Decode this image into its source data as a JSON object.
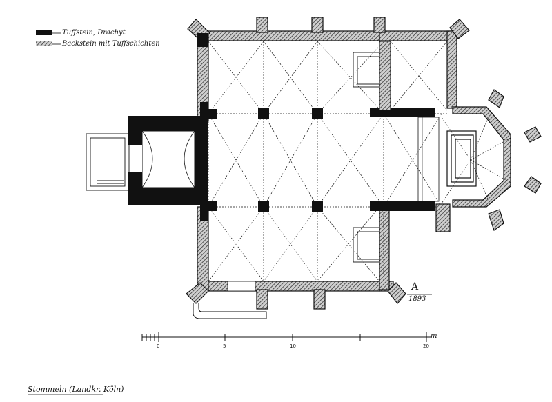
{
  "legend": {
    "items": [
      {
        "label": "Tuffstein, Drachyt",
        "pattern": "solid-black"
      },
      {
        "label": "Backstein mit Tuffschichten",
        "pattern": "hatched"
      }
    ]
  },
  "signature": {
    "monogram": "A",
    "year": "1893"
  },
  "scale_bar": {
    "ticks": [
      "0",
      "5",
      "10",
      "20"
    ],
    "unit": "m"
  },
  "caption": "Stommeln (Landkr. Köln)",
  "colors": {
    "ink": "#111111",
    "paper": "#ffffff",
    "wall_hatch": "#777777"
  }
}
